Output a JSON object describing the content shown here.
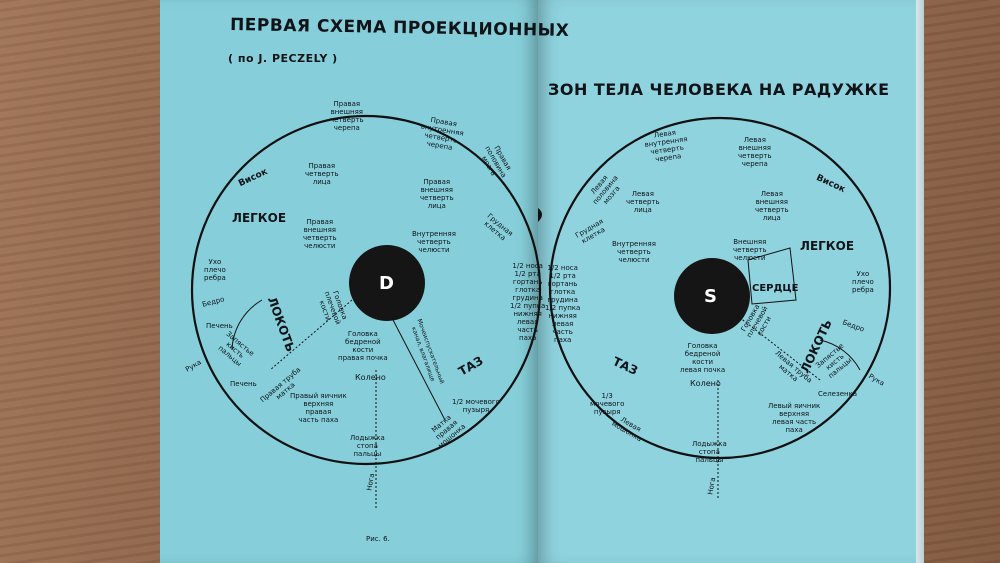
{
  "title_left": "ПЕРВАЯ СХЕМА  ПРОЕКЦИОННЫХ",
  "title_right": "ЗОН ТЕЛА ЧЕЛОВЕКА НА РАДУЖКЕ",
  "subtitle": "( по J. PECZELY )",
  "caption": "Рис. 6.",
  "left": {
    "center": "D",
    "labels": [
      "Правая\nвнешняя\nчетверть\nчерепа",
      "Правая\nвнутренняя\nчетверть\nчерепа",
      "Правая\nполовина\nмозга",
      "Висок",
      "Правая\nчетверть\nлица",
      "Правая\nвнешняя\nчетверть\nлица",
      "Правая\nвнешняя\nчетверть\nчелюсти",
      "Внутренняя\nчетверть\nчелюсти",
      "Грудная\nклетка",
      "ЛЕГКОЕ",
      "Ухо\nплечо\nребра",
      "Бедро",
      "Печень",
      "ЛОКОТЬ",
      "Запястье\nкисть\nпальцы",
      "Рука",
      "Печень",
      "Правая труба\nматка",
      "Правый яичник\nверхняя\nправая\nчасть паха",
      "Головка\nбедреной\nкости\nправая почка",
      "Колено",
      "Мочеиспускательный\nканал, влагалище",
      "ТАЗ",
      "1/2 мочевого\nпузыря",
      "Матка\nправая\nмошонка",
      "Лодыжка\nстопа\nпальцы",
      "Нога",
      "Головка\nплечевой\nкости",
      "1/2 носа\n1/2 рта\nгортань\nглотка\nгрудина\n1/2 пупка\nнижняя\nлевая\nчасть\nпаха"
    ]
  },
  "right": {
    "center": "S",
    "labels": [
      "Левая\nвнутренняя\nчетверть\nчерепа",
      "Левая\nвнешняя\nчетверть\nчерепа",
      "Левая\nполовина\nмозга",
      "Висок",
      "Левая\nчетверть\nлица",
      "Левая\nвнешняя\nчетверть\nлица",
      "Грудная\nклетка",
      "Внутренняя\nчетверть\nчелюсти",
      "Внешняя\nчетверть\nчелюсти",
      "ЛЕГКОЕ",
      "СЕРДЦЕ",
      "Ухо\nплечо\nребра",
      "Бедро",
      "ЛОКОТЬ",
      "Запястье\nкисть\nпальцы",
      "Рука",
      "Селезенка",
      "Левая труба\nматка",
      "Левый яичник\nверхняя\nлевая часть\nпаха",
      "Головка\nбедреной\nкости\nлевая почка",
      "Колено",
      "ТАЗ",
      "1/3\nмочевого\nпузыря",
      "Левая\nмошонка",
      "Лодыжка\nстопа\nпальцы",
      "Нога",
      "Головка\nплечевой\nкости",
      "1/2 носа\n1/2 рта\nгортань\nглотка\nгрудина\n1/2 пупка\nнижняя\nлевая\nчасть\nпаха"
    ]
  }
}
